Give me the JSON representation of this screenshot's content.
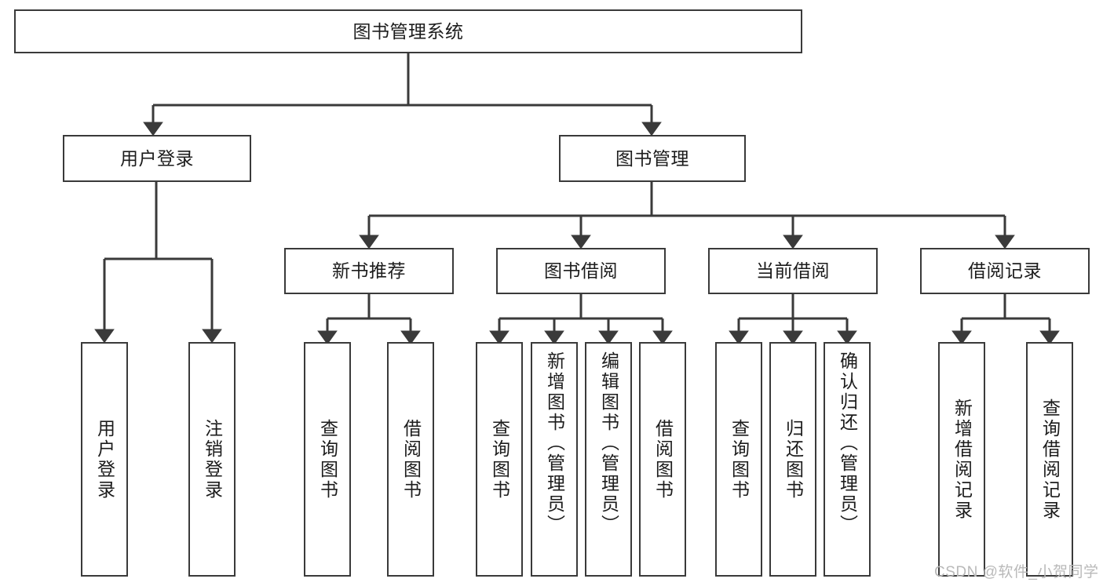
{
  "diagram": {
    "title": "图书管理系统",
    "type": "tree-hierarchy-diagram",
    "root": {
      "label": "图书管理系统"
    },
    "level2": [
      {
        "label": "用户登录"
      },
      {
        "label": "图书管理"
      }
    ],
    "level3": [
      {
        "label": "新书推荐"
      },
      {
        "label": "图书借阅"
      },
      {
        "label": "当前借阅"
      },
      {
        "label": "借阅记录"
      }
    ],
    "leaves": {
      "user_login": [
        {
          "label": "用户登录"
        },
        {
          "label": "注销登录"
        }
      ],
      "new_book_recommend": [
        {
          "label": "查询图书"
        },
        {
          "label": "借阅图书"
        }
      ],
      "book_borrow": [
        {
          "label": "查询图书"
        },
        {
          "label": "新增图书（管理员）"
        },
        {
          "label": "编辑图书（管理员）"
        },
        {
          "label": "借阅图书"
        }
      ],
      "current_borrow": [
        {
          "label": "查询图书"
        },
        {
          "label": "归还图书"
        },
        {
          "label": "确认归还（管理员）"
        }
      ],
      "borrow_record": [
        {
          "label": "新增借阅记录"
        },
        {
          "label": "查询借阅记录"
        }
      ]
    }
  },
  "watermark": {
    "text": "CSDN @软件_小贺同学"
  },
  "colors": {
    "stroke": "#3a3a3a",
    "text": "#1c1c1c",
    "background": "#ffffff",
    "watermark": "#b9b9b9"
  }
}
